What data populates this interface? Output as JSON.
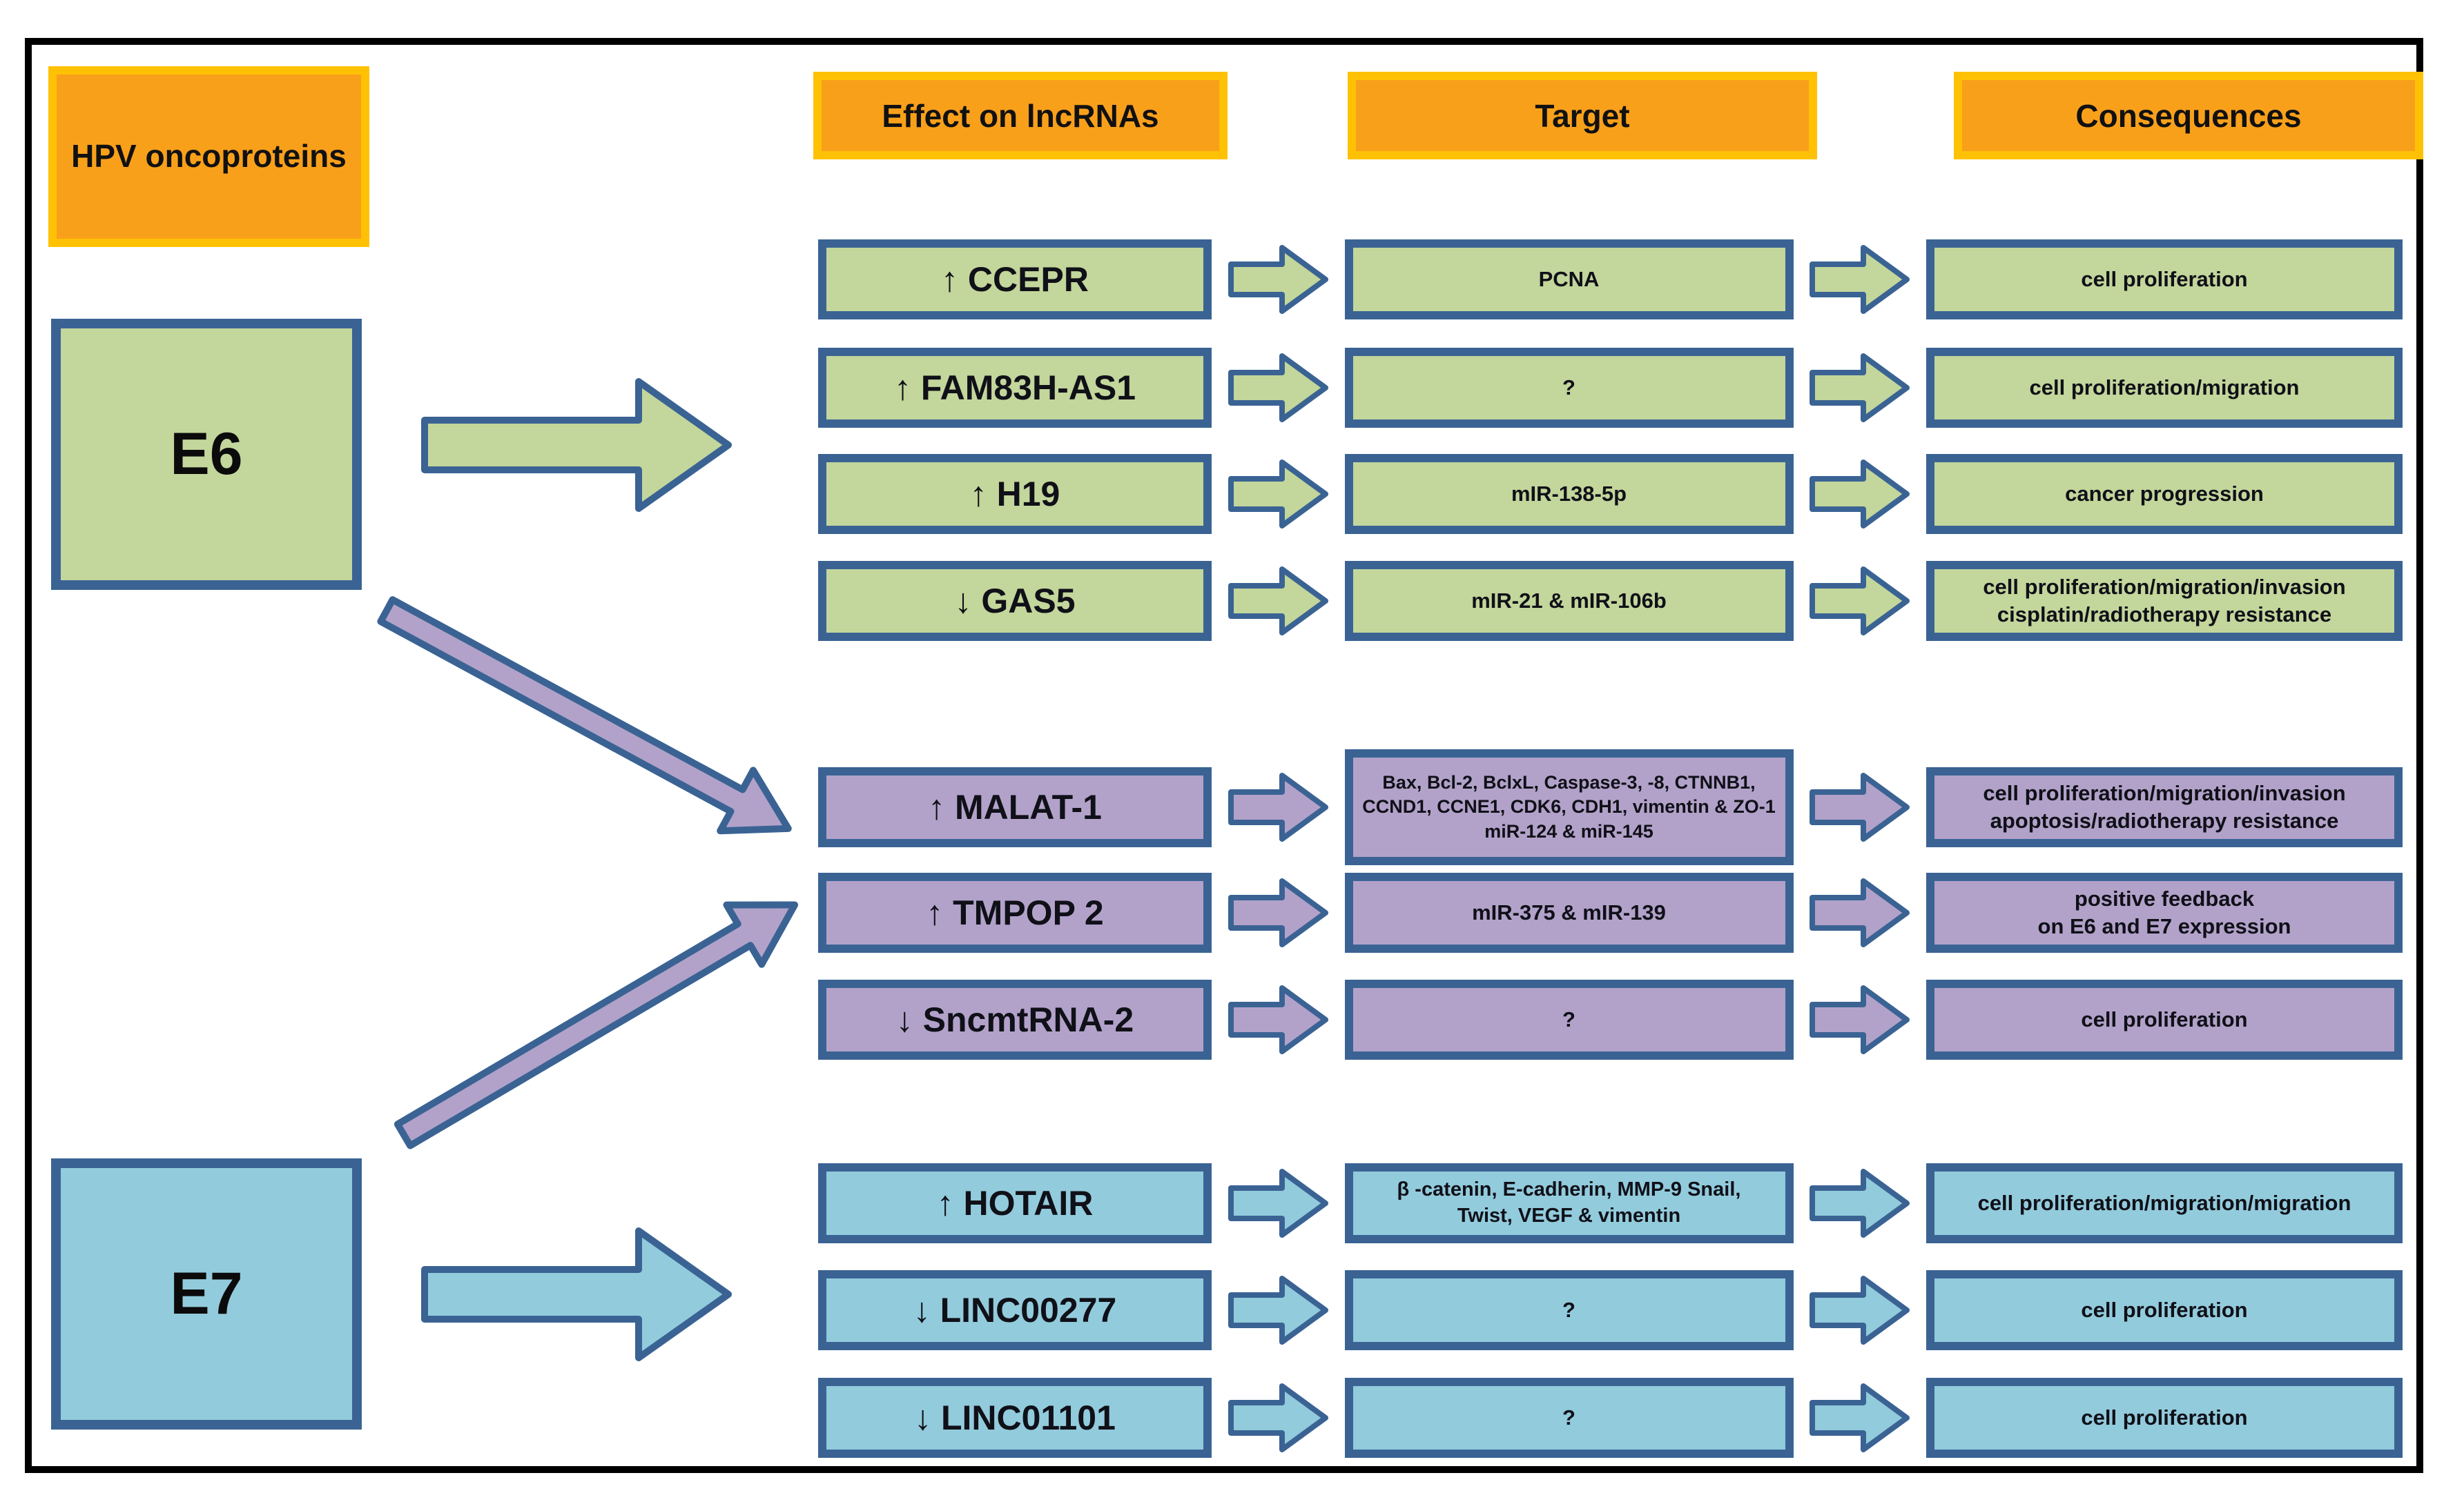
{
  "title": "HPV oncoproteins effect on lncRNAs, targets and consequences",
  "colors": {
    "orange_fill": "#F9A01B",
    "orange_border": "#FFC104",
    "green_fill": "#C3D69B",
    "purple_fill": "#B2A2C9",
    "blue_fill": "#92CBDC",
    "box_border": "#3A6394",
    "frame_border": "#000000",
    "background": "#FFFFFF"
  },
  "headers": {
    "oncoproteins": "HPV\noncoproteins",
    "effect": "Effect on lncRNAs",
    "target": "Target",
    "consequences": "Consequences"
  },
  "oncoproteins": {
    "e6": "E6",
    "e7": "E7"
  },
  "rows": [
    {
      "group": "green",
      "source": "E6",
      "effect": "up",
      "lncrna": "CCEPR",
      "label": "↑ CCEPR",
      "target": "PCNA",
      "consequence": "cell proliferation"
    },
    {
      "group": "green",
      "source": "E6",
      "effect": "up",
      "lncrna": "FAM83H-AS1",
      "label": "↑ FAM83H-AS1",
      "target": "?",
      "consequence": "cell proliferation/migration"
    },
    {
      "group": "green",
      "source": "E6",
      "effect": "up",
      "lncrna": "H19",
      "label": "↑ H19",
      "target": "mIR-138-5p",
      "consequence": "cancer progression"
    },
    {
      "group": "green",
      "source": "E6",
      "effect": "down",
      "lncrna": "GAS5",
      "label": "↓ GAS5",
      "target": "mIR-21 & mIR-106b",
      "consequence": "cell proliferation/migration/invasion\ncisplatin/radiotherapy resistance"
    },
    {
      "group": "purple",
      "source": "E6+E7",
      "effect": "up",
      "lncrna": "MALAT-1",
      "label": "↑ MALAT-1",
      "target": "Bax, Bcl-2, BclxL, Caspase-3, -8, CTNNB1,\nCCND1, CCNE1, CDK6, CDH1, vimentin & ZO-1\nmiR-124 & miR-145",
      "consequence": "cell proliferation/migration/invasion\napoptosis/radiotherapy resistance"
    },
    {
      "group": "purple",
      "source": "E6+E7",
      "effect": "up",
      "lncrna": "TMPOP 2",
      "label": "↑ TMPOP 2",
      "target": "mIR-375 & mIR-139",
      "consequence": "positive feedback\non E6 and E7 expression"
    },
    {
      "group": "purple",
      "source": "E6+E7",
      "effect": "down",
      "lncrna": "SncmtRNA-2",
      "label": "↓ SncmtRNA-2",
      "target": "?",
      "consequence": "cell proliferation"
    },
    {
      "group": "blue",
      "source": "E7",
      "effect": "up",
      "lncrna": "HOTAIR",
      "label": "↑ HOTAIR",
      "target": "β -catenin, E-cadherin, MMP-9 Snail,\nTwist, VEGF & vimentin",
      "consequence": "cell proliferation/migration/migration"
    },
    {
      "group": "blue",
      "source": "E7",
      "effect": "down",
      "lncrna": "LINC00277",
      "label": "↓ LINC00277",
      "target": "?",
      "consequence": "cell proliferation"
    },
    {
      "group": "blue",
      "source": "E7",
      "effect": "down",
      "lncrna": "LINC01101",
      "label": "↓ LINC01101",
      "target": "?",
      "consequence": "cell proliferation"
    }
  ]
}
